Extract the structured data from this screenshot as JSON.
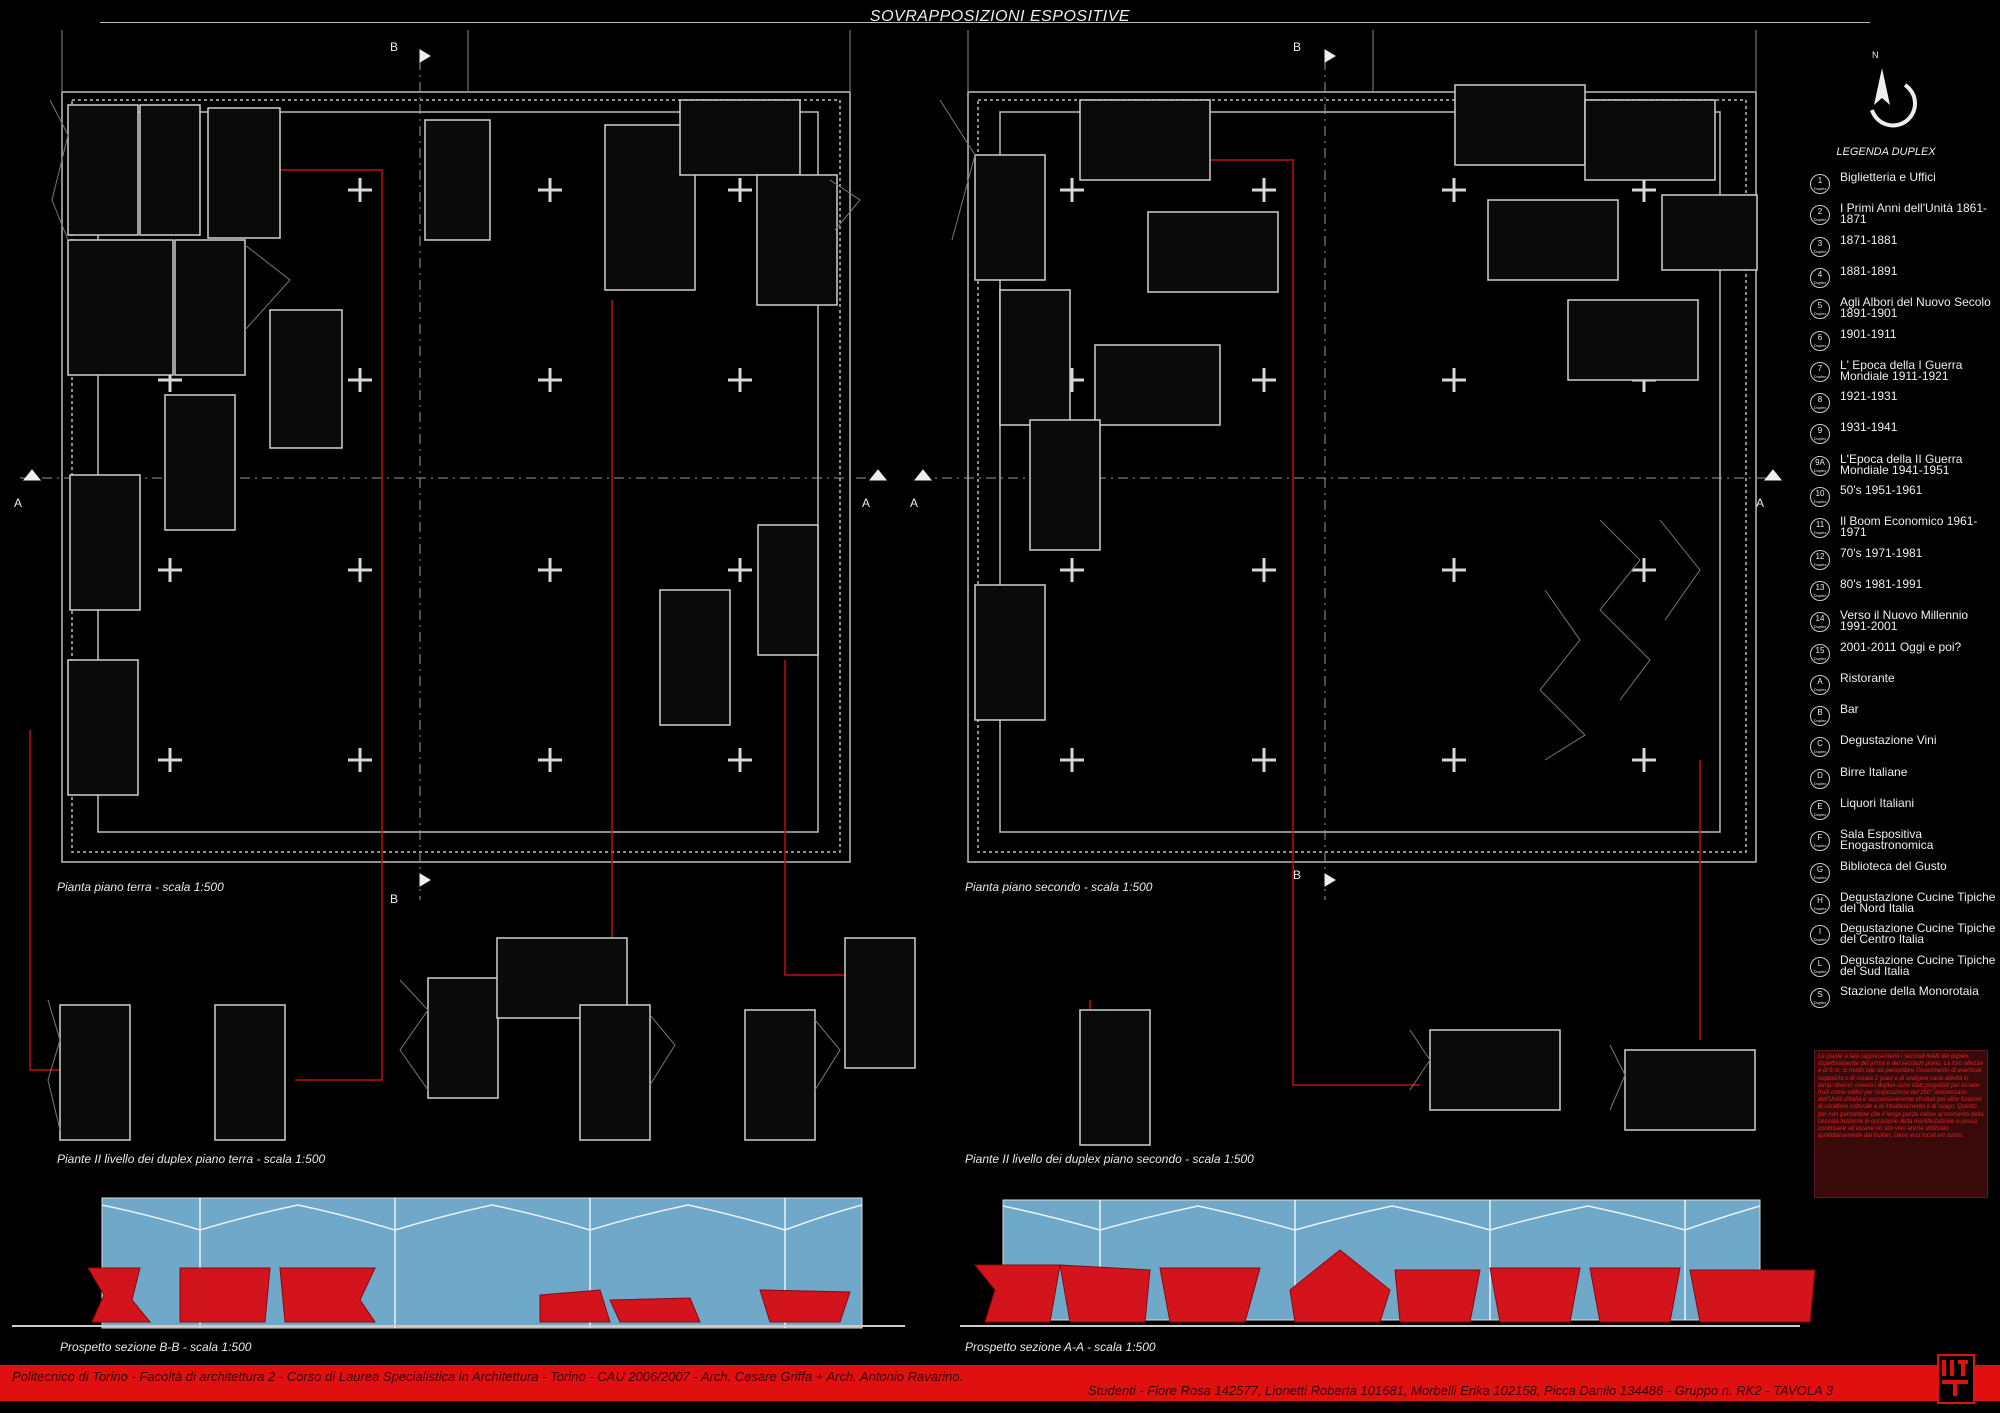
{
  "title": "SOVRAPPOSIZIONI ESPOSITIVE",
  "plans": {
    "ground_floor": "Pianta piano terra - scala 1:500",
    "second_floor": "Pianta piano secondo - scala 1:500",
    "duplex_ground": "Piante II livello dei duplex piano terra - scala 1:500",
    "duplex_second": "Piante II livello dei duplex piano secondo - scala 1:500",
    "section_bb": "Prospetto sezione B-B - scala 1:500",
    "section_aa": "Prospetto sezione A-A - scala 1:500"
  },
  "section_marks": {
    "a": "A",
    "b": "B"
  },
  "compass": {
    "north": "N"
  },
  "legend": {
    "title": "LEGENDA DUPLEX",
    "badge_word": "Duplex",
    "items": [
      {
        "code": "1",
        "text": "Biglietteria e Uffici"
      },
      {
        "code": "2",
        "text": "I Primi Anni dell'Unità 1861-1871"
      },
      {
        "code": "3",
        "text": "1871-1881"
      },
      {
        "code": "4",
        "text": "1881-1891"
      },
      {
        "code": "5",
        "text": "Agli Albori del Nuovo Secolo 1891-1901"
      },
      {
        "code": "6",
        "text": "1901-1911"
      },
      {
        "code": "7",
        "text": "L' Epoca della I Guerra Mondiale 1911-1921"
      },
      {
        "code": "8",
        "text": "1921-1931"
      },
      {
        "code": "9",
        "text": "1931-1941"
      },
      {
        "code": "9A",
        "text": "L'Epoca della II Guerra Mondiale 1941-1951"
      },
      {
        "code": "10",
        "text": "50's 1951-1961"
      },
      {
        "code": "11",
        "text": "Il Boom Economico 1961-1971"
      },
      {
        "code": "12",
        "text": "70's 1971-1981"
      },
      {
        "code": "13",
        "text": "80's 1981-1991"
      },
      {
        "code": "14",
        "text": "Verso il Nuovo Millennio 1991-2001"
      },
      {
        "code": "15",
        "text": "2001-2011 Oggi e poi?"
      },
      {
        "code": "A",
        "text": "Ristorante"
      },
      {
        "code": "B",
        "text": "Bar"
      },
      {
        "code": "C",
        "text": "Degustazione Vini"
      },
      {
        "code": "D",
        "text": "Birre Italiane"
      },
      {
        "code": "E",
        "text": "Liquori Italiani"
      },
      {
        "code": "F",
        "text": "Sala Espositiva Enogastronomica"
      },
      {
        "code": "G",
        "text": "Biblioteca del Gusto"
      },
      {
        "code": "H",
        "text": "Degustazione Cucine Tipiche del Nord Italia"
      },
      {
        "code": "I",
        "text": "Degustazione Cucine Tipiche del Centro Italia"
      },
      {
        "code": "L",
        "text": "Degustazione Cucine Tipiche del Sud Italia"
      },
      {
        "code": "S",
        "text": "Stazione della Monorotaia"
      }
    ]
  },
  "note": "Le piante a lato rappresentano i secondi livelli dei duplex, rispettivamente del primo e del secondo piano. La loro altezza è di 6 m, in modo tale da permettere l'inserimento di eventuali soppalchi o di creare 2 piani e di svolgere varie attività in tempi diversi; ovvero i duplex sono stati progettati per essere fruiti come edifici per l'esposizione del 150° anniversario dell'Unità d'Italia e successivamente sfruttati per altre funzioni di carattere culturale e di intrattenimento e di svago. Questo per non permettere che il luogo perda valore al momento della cessata funzione in occasione della manifestazione e possa continuare ad essere un sito vivo anche utilizzato quotidianamente dai fruitori, siano essi locali e/o turisti.",
  "footer": {
    "left": "Politecnico di Torino - Facoltà di architettura 2 - Corso di Laurea Specialistica in Architettura - Torino - CAU 2006/2007 - Arch. Cesare Griffa + Arch. Antonio Ravarino.",
    "right": "Studenti - Fiore Rosa 142577, Lionetti Roberta 101681, Morbelli Erika  102158, Picca Danilo 134486 - Gruppo n. RK2 - TAVOLA 3"
  },
  "colors": {
    "accent": "#e01010",
    "glass": "#6fa8c8",
    "line": "#c8c8c8"
  }
}
